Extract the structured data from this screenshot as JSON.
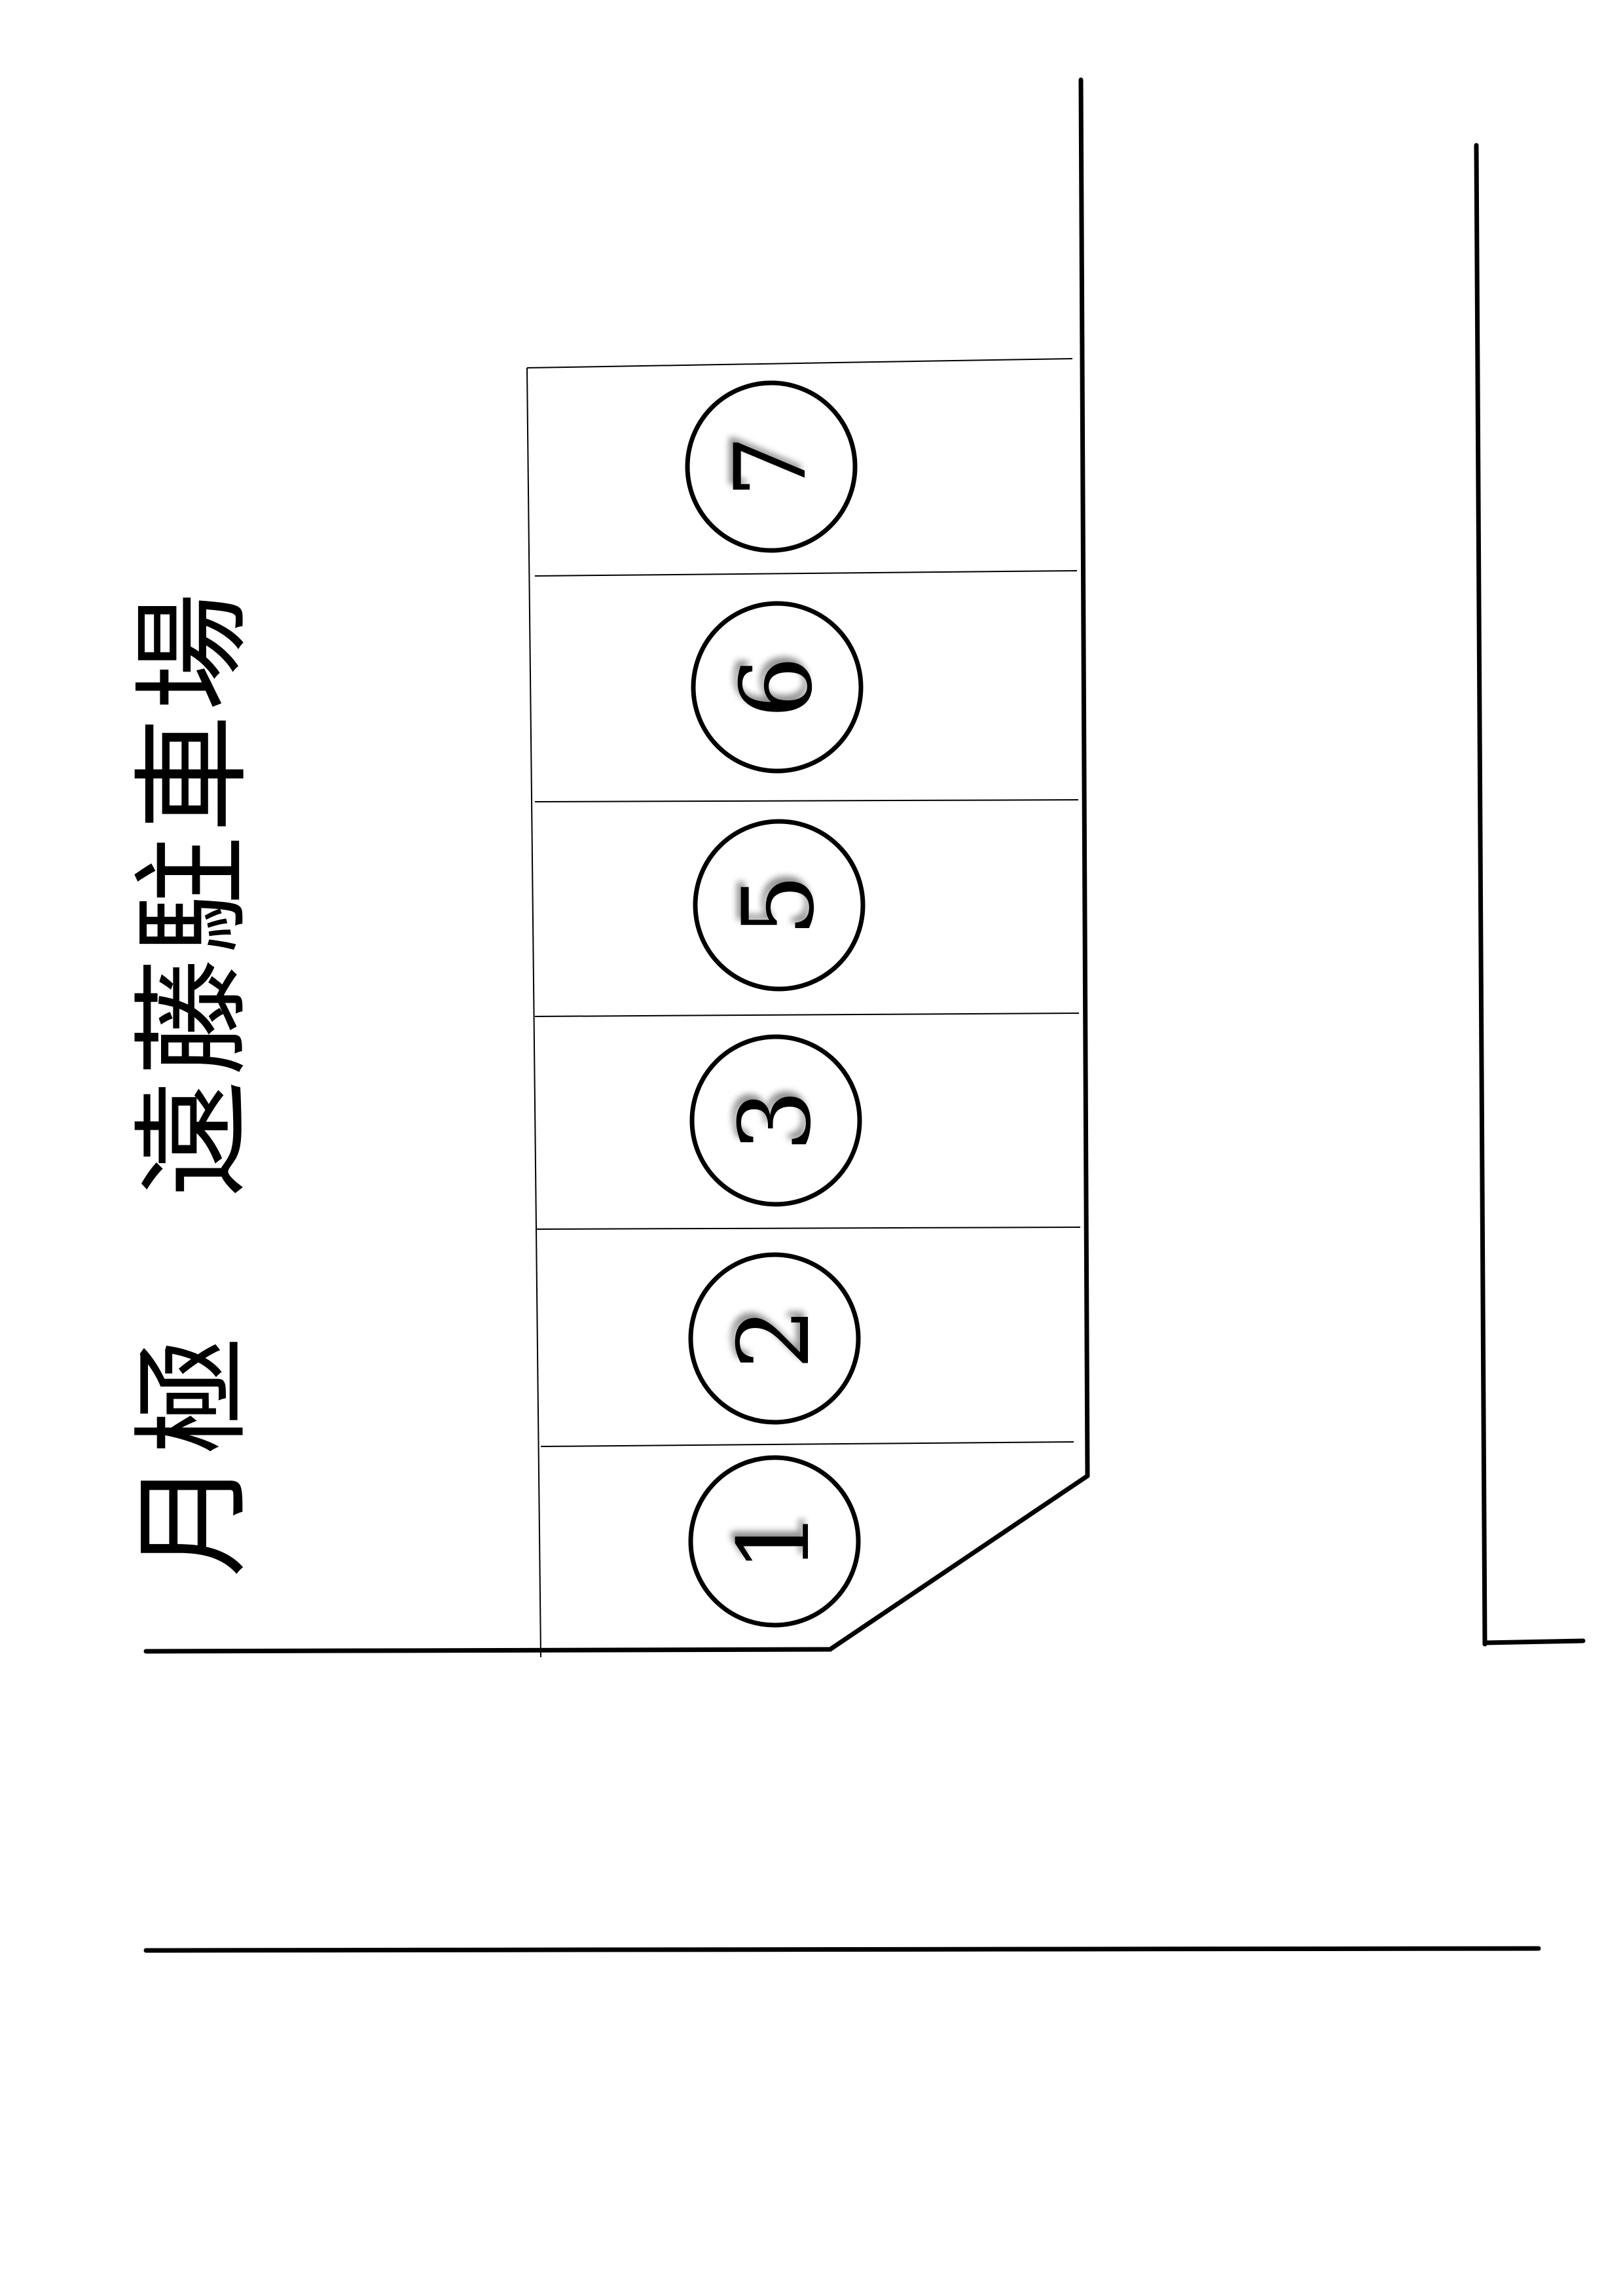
{
  "title": {
    "prefix": "月極",
    "name": "遠藤駐車場"
  },
  "parking": {
    "slots": [
      {
        "label": "1"
      },
      {
        "label": "2"
      },
      {
        "label": "3"
      },
      {
        "label": "5"
      },
      {
        "label": "6"
      },
      {
        "label": "7"
      }
    ]
  },
  "colors": {
    "ink": "#000000",
    "background": "#ffffff"
  }
}
